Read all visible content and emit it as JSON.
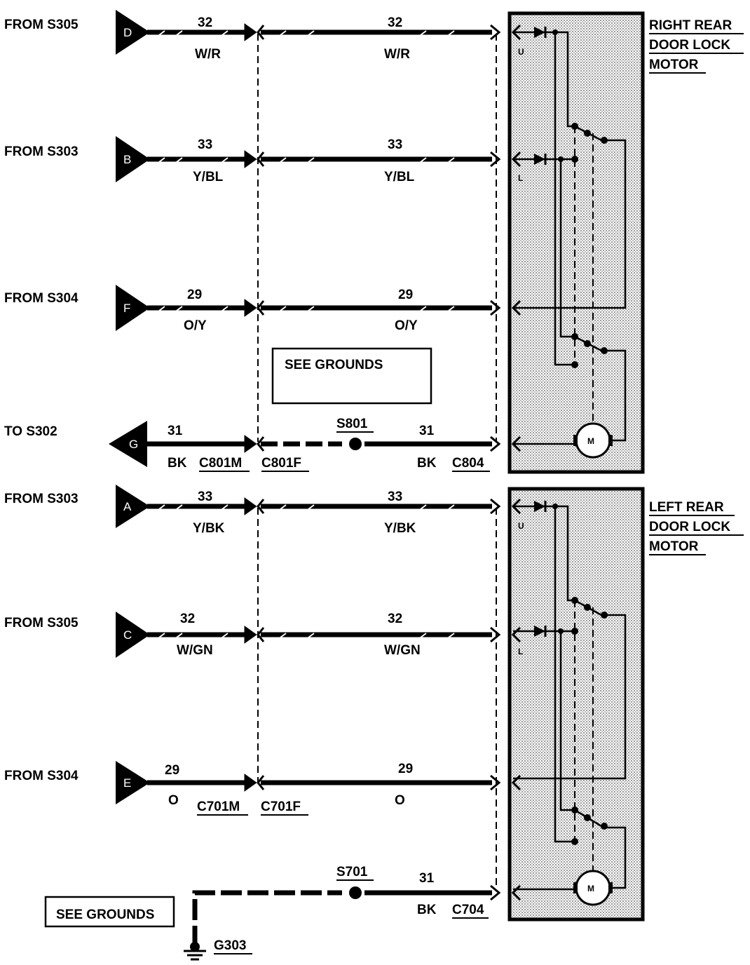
{
  "circuits": [
    {
      "id": "d",
      "source": "FROM S305",
      "tab": "D",
      "circuit_left": "32",
      "color_left": "W/R",
      "circuit_right": "32",
      "color_right": "W/R"
    },
    {
      "id": "b",
      "source": "FROM S303",
      "tab": "B",
      "circuit_left": "33",
      "color_left": "Y/BL",
      "circuit_right": "33",
      "color_right": "Y/BL"
    },
    {
      "id": "f",
      "source": "FROM S304",
      "tab": "F",
      "circuit_left": "29",
      "color_left": "O/Y",
      "circuit_right": "29",
      "color_right": "O/Y"
    },
    {
      "id": "g",
      "source": "TO S302",
      "tab": "G",
      "circuit_left": "31",
      "color_left": "BK",
      "circuit_right": "31",
      "color_right": "BK"
    },
    {
      "id": "a",
      "source": "FROM S303",
      "tab": "A",
      "circuit_left": "33",
      "color_left": "Y/BK",
      "circuit_right": "33",
      "color_right": "Y/BK"
    },
    {
      "id": "c",
      "source": "FROM S305",
      "tab": "C",
      "circuit_left": "32",
      "color_left": "W/GN",
      "circuit_right": "32",
      "color_right": "W/GN"
    },
    {
      "id": "e",
      "source": "FROM S304",
      "tab": "E",
      "circuit_left": "29",
      "color_left": "O",
      "circuit_right": "29",
      "color_right": "O"
    }
  ],
  "ground_circuit": {
    "circuit": "31",
    "color": "BK"
  },
  "connectors": {
    "c801m": "C801M",
    "c801f": "C801F",
    "c804": "C804",
    "c701m": "C701M",
    "c701f": "C701F",
    "c704": "C704"
  },
  "splices": {
    "s801": "S801",
    "s701": "S701"
  },
  "ground": "G303",
  "see_grounds_top": "SEE GROUNDS",
  "see_grounds_bottom": "SEE GROUNDS",
  "right_motor": {
    "line1": "RIGHT REAR",
    "line2": "DOOR LOCK",
    "line3": "MOTOR",
    "pin_unlock": "U",
    "pin_lock": "L",
    "motor": "M"
  },
  "left_motor": {
    "line1": "LEFT REAR",
    "line2": "DOOR LOCK",
    "line3": "MOTOR",
    "pin_unlock": "U",
    "pin_lock": "L",
    "motor": "M"
  },
  "colors": {
    "ink": "#000000",
    "shade": "#d9d9d9",
    "paper": "#ffffff"
  }
}
